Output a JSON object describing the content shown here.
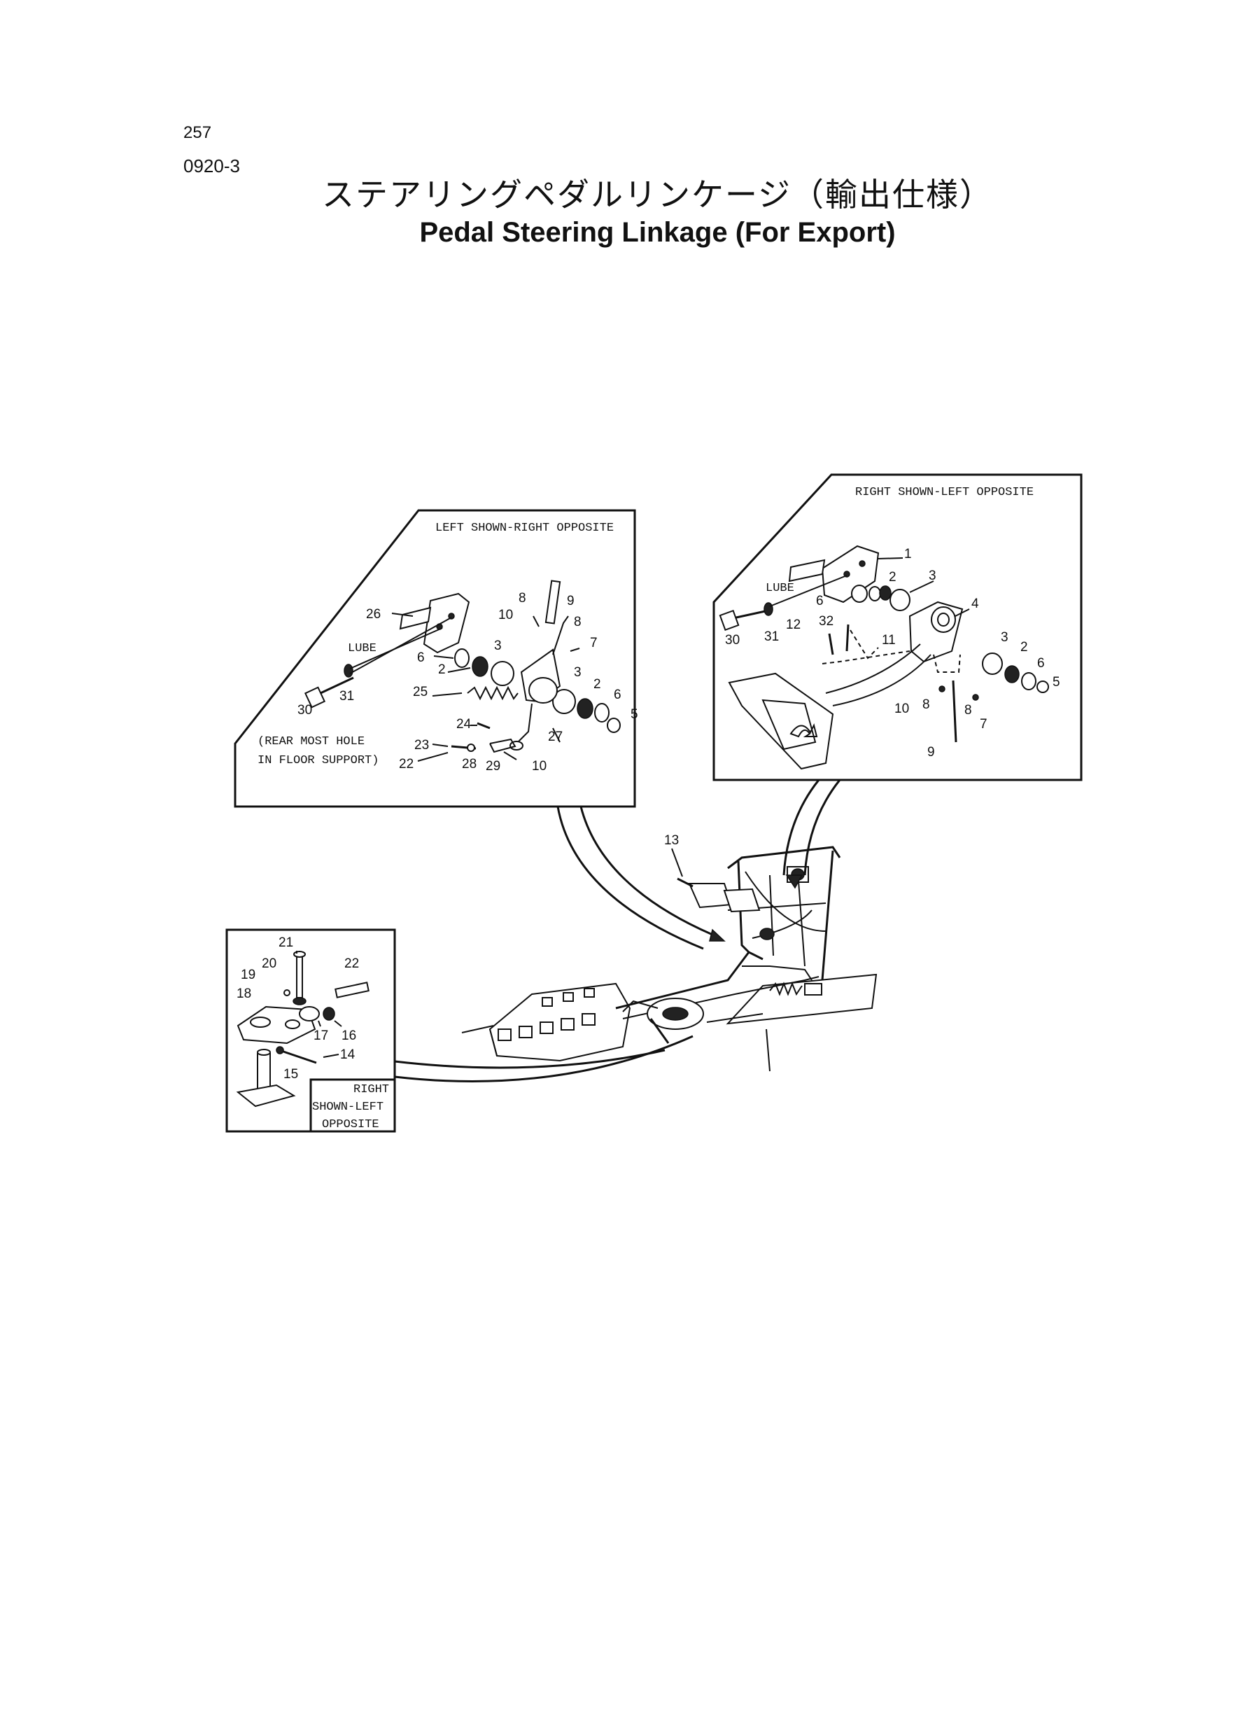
{
  "header": {
    "page_number": "257",
    "section_code": "0920-3",
    "title_jp": "ステアリングペダルリンケージ（輸出仕様）",
    "title_en": "Pedal Steering Linkage (For Export)"
  },
  "insets": {
    "left": {
      "caption": "LEFT SHOWN-RIGHT OPPOSITE",
      "lube": "LUBE",
      "note_line1": "(REAR MOST HOLE",
      "note_line2": "IN FLOOR SUPPORT)"
    },
    "right": {
      "caption": "RIGHT SHOWN-LEFT OPPOSITE",
      "lube": "LUBE"
    },
    "bottom_left": {
      "caption_line1": "RIGHT",
      "caption_line2": "SHOWN-LEFT",
      "caption_line3": "OPPOSITE"
    }
  },
  "callouts": {
    "left": [
      "26",
      "8",
      "9",
      "10",
      "8",
      "7",
      "6",
      "2",
      "3",
      "3",
      "2",
      "6",
      "5",
      "31",
      "30",
      "25",
      "24",
      "27",
      "23",
      "22",
      "28",
      "29",
      "10"
    ],
    "right": [
      "1",
      "2",
      "3",
      "6",
      "32",
      "12",
      "11",
      "30",
      "31",
      "4",
      "3",
      "2",
      "6",
      "5",
      "10",
      "8",
      "8",
      "7",
      "9"
    ],
    "main": [
      "13"
    ],
    "bottom_left": [
      "21",
      "20",
      "19",
      "22",
      "18",
      "17",
      "16",
      "14",
      "15"
    ]
  }
}
